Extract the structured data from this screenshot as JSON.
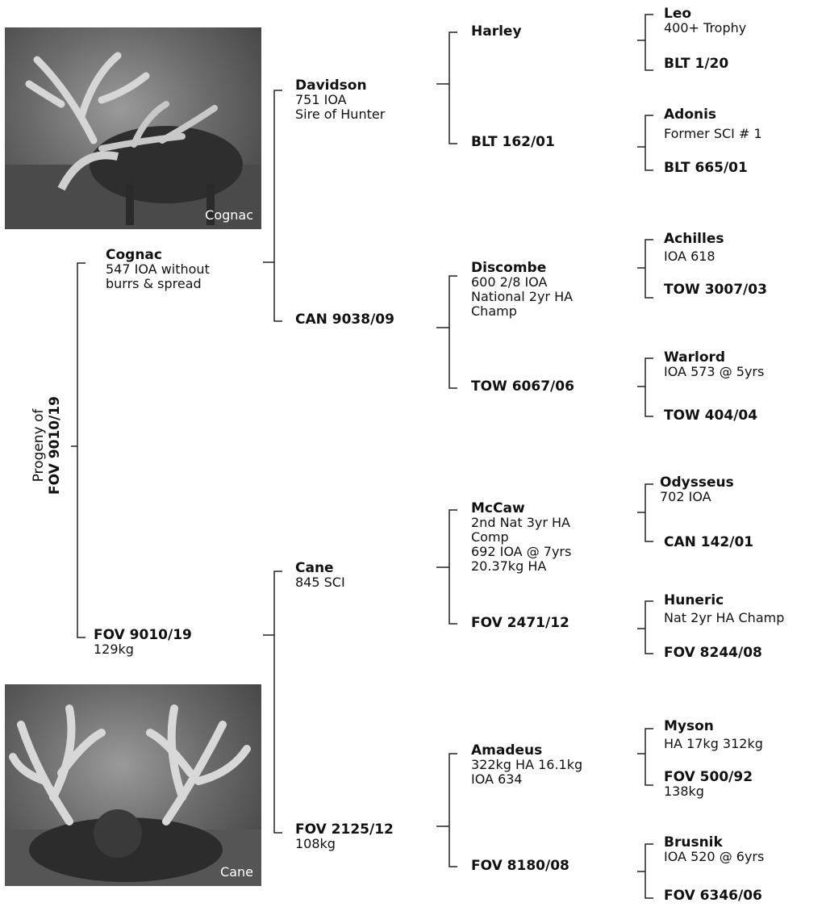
{
  "photos": {
    "top": {
      "caption": "Cognac"
    },
    "bottom": {
      "caption": "Cane"
    }
  },
  "progeny_label": {
    "prefix": "Progeny of",
    "id": "FOV 9010/19"
  },
  "gen1": {
    "sire": {
      "name": "Cognac",
      "lines": [
        "547 IOA without",
        "burrs & spread"
      ]
    },
    "dam": {
      "name": "FOV 9010/19",
      "lines": [
        "129kg"
      ]
    }
  },
  "gen2": {
    "davidson": {
      "name": "Davidson",
      "lines": [
        "751 IOA",
        "Sire of Hunter"
      ]
    },
    "can9038": {
      "name": "CAN 9038/09",
      "lines": []
    },
    "cane": {
      "name": "Cane",
      "lines": [
        "845 SCI"
      ]
    },
    "fov2125": {
      "name": "FOV 2125/12",
      "lines": [
        "108kg"
      ]
    }
  },
  "gen3": {
    "harley": {
      "name": "Harley"
    },
    "blt162": {
      "name": "BLT 162/01"
    },
    "discombe": {
      "name": "Discombe",
      "lines": [
        "600 2/8 IOA",
        "National 2yr HA",
        "Champ"
      ]
    },
    "tow6067": {
      "name": "TOW 6067/06"
    },
    "mccaw": {
      "name": "McCaw",
      "lines": [
        "2nd Nat 3yr HA",
        "Comp",
        "692 IOA @ 7yrs",
        "20.37kg HA"
      ]
    },
    "fov2471": {
      "name": "FOV 2471/12"
    },
    "amadeus": {
      "name": "Amadeus",
      "lines": [
        "322kg HA 16.1kg",
        "IOA 634"
      ]
    },
    "fov8180": {
      "name": "FOV 8180/08"
    }
  },
  "gen4": {
    "leo": {
      "name": "Leo",
      "lines": [
        "400+ Trophy"
      ]
    },
    "blt120": {
      "name": "BLT 1/20"
    },
    "adonis": {
      "name": "Adonis",
      "lines": [
        "Former SCI # 1"
      ]
    },
    "blt665": {
      "name": "BLT 665/01"
    },
    "achilles": {
      "name": "Achilles",
      "lines": [
        "IOA 618"
      ]
    },
    "tow3007": {
      "name": "TOW 3007/03"
    },
    "warlord": {
      "name": "Warlord",
      "lines": [
        "IOA 573 @ 5yrs"
      ]
    },
    "tow404": {
      "name": "TOW 404/04"
    },
    "odysseus": {
      "name": "Odysseus",
      "lines": [
        "702 IOA"
      ]
    },
    "can142": {
      "name": "CAN 142/01"
    },
    "huneric": {
      "name": "Huneric",
      "lines": [
        "Nat 2yr HA Champ"
      ]
    },
    "fov8244": {
      "name": "FOV 8244/08"
    },
    "myson": {
      "name": "Myson",
      "lines": [
        "HA 17kg 312kg"
      ]
    },
    "fov500": {
      "name": "FOV 500/92",
      "lines": [
        "138kg"
      ]
    },
    "brusnik": {
      "name": "Brusnik",
      "lines": [
        "IOA 520 @ 6yrs"
      ]
    },
    "fov6346": {
      "name": "FOV 6346/06"
    }
  }
}
